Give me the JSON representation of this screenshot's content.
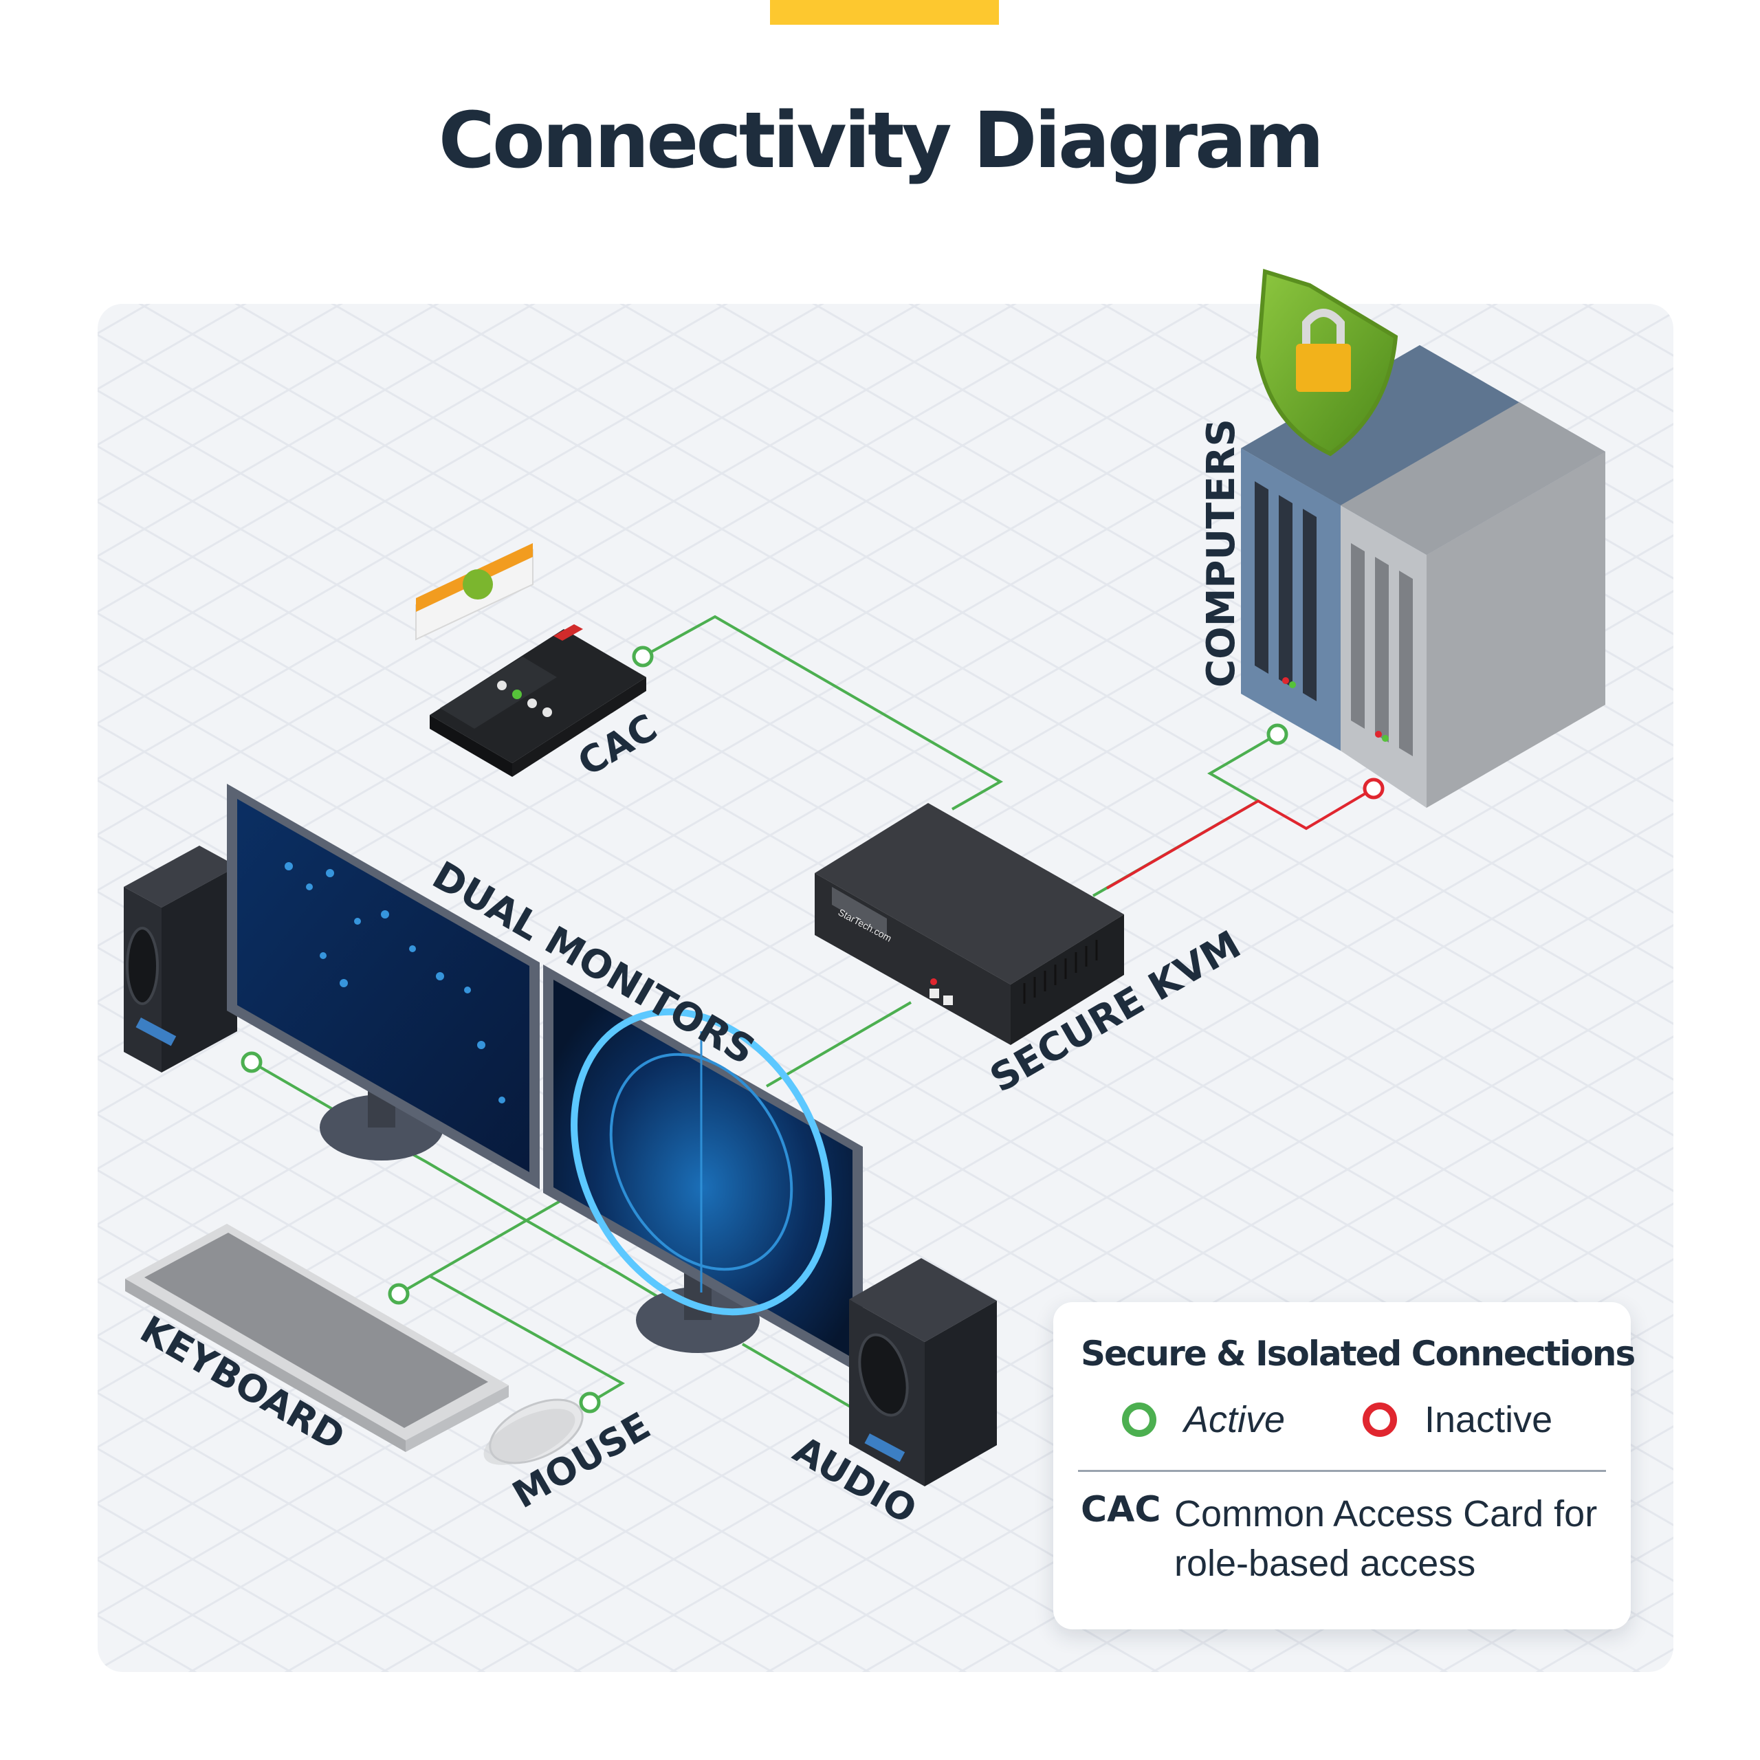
{
  "title": "Connectivity Diagram",
  "colors": {
    "accent": "#FDC82F",
    "title_text": "#1E2D3D",
    "active": "#4CAF50",
    "inactive": "#E0262F",
    "panel_bg": "#F2F4F7"
  },
  "devices": {
    "cac": "CAC",
    "secure_kvm": "SECURE KVM",
    "computers": "COMPUTERS",
    "dual_monitors": "DUAL MONITORS",
    "keyboard": "KEYBOARD",
    "mouse": "MOUSE",
    "audio": "AUDIO"
  },
  "icons": {
    "security": "shield-lock-icon",
    "login": "login-window-icon",
    "brand_plate": "StarTech.com"
  },
  "legend": {
    "title": "Secure & Isolated Connections",
    "active_label": "Active",
    "inactive_label": "Inactive",
    "abbr": "CAC",
    "abbr_definition": "Common Access Card for role-based access"
  }
}
